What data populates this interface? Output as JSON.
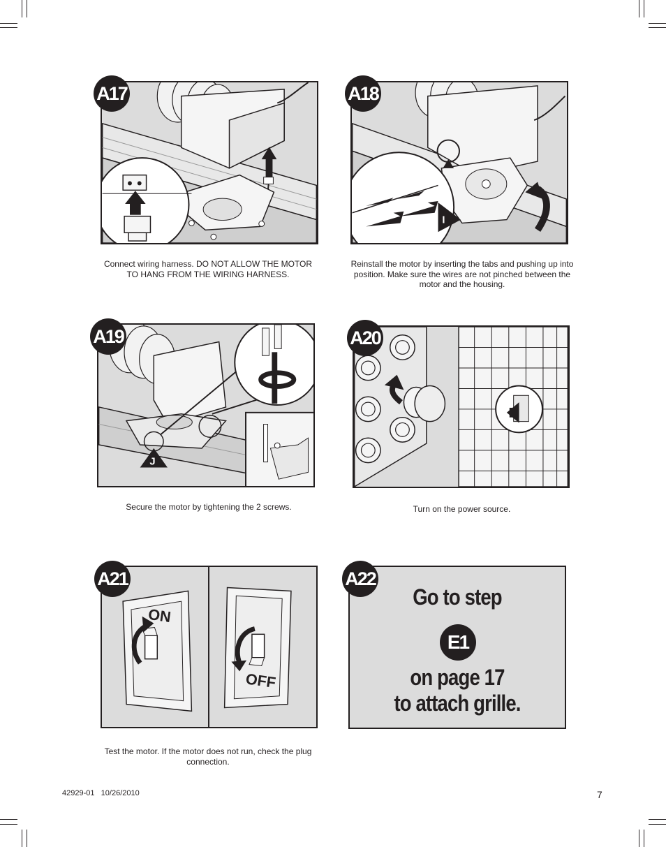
{
  "steps": [
    {
      "id": "A17",
      "caption": "Connect wiring harness. DO NOT ALLOW THE MOTOR TO HANG FROM THE WIRING HARNESS."
    },
    {
      "id": "A18",
      "caption": "Reinstall the motor by inserting the tabs and pushing up into position. Make sure the wires are not pinched between the motor and the housing.",
      "callout": "I"
    },
    {
      "id": "A19",
      "caption": "Secure the motor by tightening the 2 screws.",
      "callout": "J"
    },
    {
      "id": "A20",
      "caption": "Turn on the power source."
    },
    {
      "id": "A21",
      "caption": "Test the motor. If the motor does not run, check the plug connection.",
      "switch_on": "ON",
      "switch_off": "OFF"
    },
    {
      "id": "A22",
      "line1": "Go to step",
      "target": "E1",
      "line2": "on page 17",
      "line3": "to attach grille."
    }
  ],
  "footer": {
    "doc_id": "42929-01",
    "date": "10/26/2010",
    "page": "7"
  },
  "colors": {
    "ink": "#231f20",
    "panel_bg": "#dcdcdc",
    "paper": "#ffffff"
  }
}
